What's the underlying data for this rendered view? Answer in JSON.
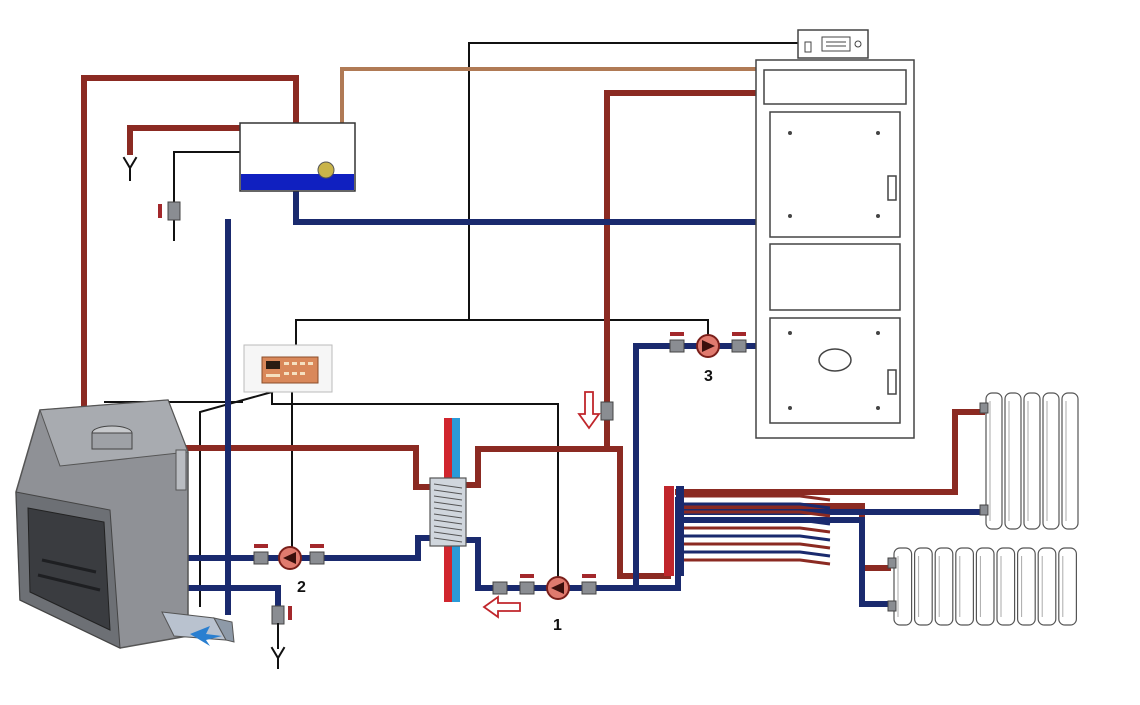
{
  "colors": {
    "hot": "#8b2a22",
    "cold": "#1a2a6e",
    "signal": "#111111",
    "tan": "#b07a55",
    "tank_water": "#1020c0",
    "float": "#c9b44a",
    "valve": "#a3282b",
    "hx_red": "#d0262e",
    "hx_blue": "#2a9ad8",
    "controller_face": "#d9885a",
    "radiator": "#ffffff",
    "arrow": "#c0262b"
  },
  "pump_labels": [
    {
      "id": "pump-1",
      "text": "1"
    },
    {
      "id": "pump-2",
      "text": "2"
    },
    {
      "id": "pump-3",
      "text": "3"
    }
  ],
  "radiators": [
    {
      "id": "radiator-upper",
      "sections": 5
    },
    {
      "id": "radiator-lower",
      "sections": 9
    }
  ],
  "manifold": {
    "circuits": 9
  },
  "heat_exchanger": {
    "plates": 10
  },
  "flow_arrows": [
    {
      "id": "flow-arrow-down",
      "direction": "down"
    },
    {
      "id": "flow-arrow-left",
      "direction": "left"
    }
  ]
}
